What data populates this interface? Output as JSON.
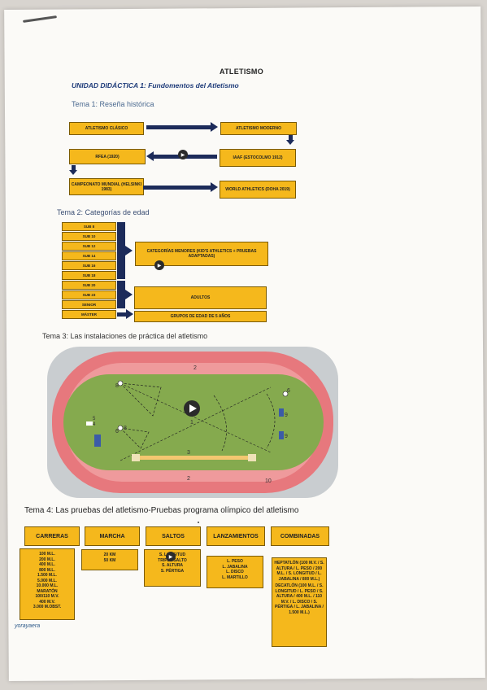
{
  "page": {
    "title": "ATLETISMO",
    "unit": "UNIDAD DIDÁCTICA 1: Fundomentos del Atletismo",
    "watermark": "yorayaera"
  },
  "tema1": {
    "heading": "Tema 1: Reseña histórica",
    "boxes": {
      "clasico": "ATLETISMO CLÁSICO",
      "moderno": "ATLETISMO MODERNO",
      "rfea": "RFEA (1920)",
      "iaaf": "IAAF (ESTOCOLMO 1912)",
      "mundial": "CAMPEONATO MUNDIAL (HELSINKI 1983)",
      "world": "WORLD ATHLETICS (DOHA 2019)"
    }
  },
  "tema2": {
    "heading": "Tema 2: Categorías de edad",
    "ages": [
      "SUB 8",
      "SUB 10",
      "SUB 12",
      "SUB 14",
      "SUB 16",
      "SUB 18",
      "SUB 20",
      "SUB 23",
      "SENIOR",
      "MÁSTER"
    ],
    "groups": {
      "menores": "CATEGORÍAS MENORES (KID'S ATHLETICS + PRUEBAS ADAPTADAS)",
      "adultos": "ADULTOS",
      "grupos": "GRUPOS DE EDAD DE 5 AÑOS"
    }
  },
  "tema3": {
    "heading": "Tema 3: Las instalaciones de práctica del atletismo",
    "labels": [
      "2",
      "8",
      "6",
      "5",
      "4",
      "1",
      "9",
      "9",
      "3",
      "2",
      "10",
      "6",
      "8"
    ]
  },
  "tema4": {
    "heading": "Tema 4: Las pruebas del atletismo-Pruebas programa olímpico del atletismo",
    "columns": [
      {
        "head": "CARRERAS",
        "items": [
          "100 M.L.",
          "200 M.L.",
          "400 M.L.",
          "800 M.L.",
          "1.500 M.L.",
          "5.000 M.L.",
          "10.000 M.L.",
          "MARATÓN",
          "100/110 M.V.",
          "400 M.V.",
          "3.000 M.OBST."
        ]
      },
      {
        "head": "MARCHA",
        "items": [
          "20 KM",
          "50 KM"
        ]
      },
      {
        "head": "SALTOS",
        "items": [
          "S. LONGITUD",
          "TRIPLE SALTO",
          "S. ALTURA",
          "S. PÉRTIGA"
        ]
      },
      {
        "head": "LANZAMIENTOS",
        "items": [
          "L. PESO",
          "L. JABALINA",
          "L. DISCO",
          "L. MARTILLO"
        ]
      },
      {
        "head": "COMBINADAS",
        "items": [
          "HEPTATLÓN (100 M.V. / S. ALTURA / L. PESO / 200 M.L. / S. LONGITUD / L. JABALINA / 800 M.L.)",
          "DECATLÓN (100 M.L. / S. LONGITUD / L. PESO / S. ALTURA / 400 M.L. / 110 M.V. / L. DISCO / S. PÉRTIGA / L. JABALINA / 1.500 M.L.)"
        ]
      }
    ]
  },
  "colors": {
    "box": "#f5b81c",
    "arrow": "#1c2b5a",
    "track": "#e8767a",
    "field": "#7fa64a"
  }
}
